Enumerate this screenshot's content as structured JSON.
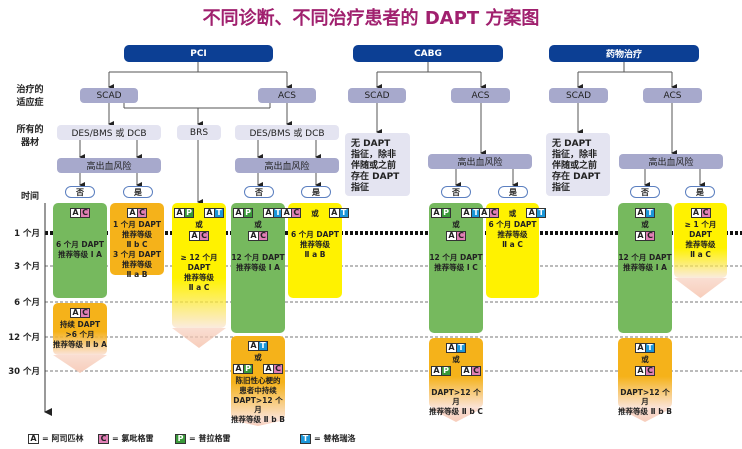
{
  "title": "不同诊断、不同治疗患者的 DAPT 方案图",
  "headers": {
    "pci": "PCI",
    "cabg": "CABG",
    "med": "药物治疗"
  },
  "row_labels": {
    "indication": [
      "治疗的",
      "适应症"
    ],
    "device": [
      "所有的",
      "器材"
    ],
    "time": "时间"
  },
  "time_ticks": [
    "1 个月",
    "3 个月",
    "6 个月",
    "12 个月",
    "30 个月"
  ],
  "nodes": {
    "pci_scad": "SCAD",
    "pci_acs": "ACS",
    "cabg_scad": "SCAD",
    "cabg_acs": "ACS",
    "med_scad": "SCAD",
    "med_acs": "ACS",
    "pci_des1": "DES/BMS 或 DCB",
    "pci_brs": "BRS",
    "pci_des2": "DES/BMS 或 DCB",
    "pci_hbr1": "高出血风险",
    "pci_hbr2": "高出血风险",
    "cabg_hbr": "高出血风险",
    "med_hbr": "高出血风险",
    "p1": "否",
    "p2": "是",
    "p3": "否",
    "p4": "是",
    "p5": "否",
    "p6": "是",
    "p7": "否",
    "p8": "是"
  },
  "notes": {
    "cabg_note": [
      "无 DAPT",
      "指征，除非",
      "伴随或之前",
      "存在 DAPT",
      "指征"
    ],
    "med_note": [
      "无 DAPT",
      "指征，除非",
      "伴随或之前",
      "存在 DAPT",
      "指征"
    ]
  },
  "or_label": "或",
  "drug_colors": {
    "A": "#ffffff",
    "C": "#e07fb5",
    "P": "#3a9a3a",
    "T": "#1b96d8"
  },
  "boxes": [
    {
      "id": "b1",
      "color": "green",
      "drugs": [
        [
          "AC"
        ]
      ],
      "text": [
        "",
        "",
        "6 个月 DAPT",
        "推荐等级 Ⅰ A"
      ]
    },
    {
      "id": "b2",
      "color": "orange",
      "drugs": [
        [
          "AC"
        ]
      ],
      "text": [
        "1 个月 DAPT",
        "推荐等级",
        "Ⅱ b C",
        "3 个月 DAPT",
        "推荐等级",
        "Ⅱ a B"
      ]
    },
    {
      "id": "b3",
      "color": "orange",
      "fade": true,
      "drugs": [
        [
          "AC"
        ]
      ],
      "text": [
        "持续 DAPT",
        ">6 个月",
        "推荐等级 Ⅱ b A"
      ]
    },
    {
      "id": "b4",
      "color": "yellow",
      "fade": true,
      "drugs": [
        [
          "AP",
          "AT"
        ],
        [
          "或"
        ],
        [
          "AC"
        ]
      ],
      "text": [
        "",
        "≥ 12 个月",
        "DAPT",
        "推荐等级",
        "Ⅱ a C"
      ]
    },
    {
      "id": "b5",
      "color": "green",
      "drugs": [
        [
          "AP",
          "AT"
        ],
        [
          "或"
        ],
        [
          "AC"
        ]
      ],
      "text": [
        "",
        "12 个月 DAPT",
        "推荐等级 Ⅰ A"
      ]
    },
    {
      "id": "b6",
      "color": "yellow",
      "drugs": [
        [
          "AC",
          "或",
          "AT"
        ]
      ],
      "text": [
        "",
        "6 个月 DAPT",
        "推荐等级",
        "Ⅱ a B"
      ]
    },
    {
      "id": "b7",
      "color": "orange",
      "fade": true,
      "drugs": [
        [
          "AT"
        ],
        [
          "或"
        ],
        [
          "AP",
          "AC"
        ]
      ],
      "text": [
        "陈旧性心梗的",
        "患者中持续",
        "DAPT>12 个月",
        "推荐等级 Ⅱ b B"
      ]
    },
    {
      "id": "b8",
      "color": "green",
      "drugs": [
        [
          "AP",
          "AT"
        ],
        [
          "或"
        ],
        [
          "AC"
        ]
      ],
      "text": [
        "",
        "12 个月 DAPT",
        "推荐等级 Ⅰ C"
      ]
    },
    {
      "id": "b9",
      "color": "yellow",
      "drugs": [
        [
          "AC",
          "或",
          "AT"
        ]
      ],
      "text": [
        "6 个月 DAPT",
        "推荐等级",
        "Ⅱ a C"
      ]
    },
    {
      "id": "b10",
      "color": "orange",
      "fade": true,
      "drugs": [
        [
          "AT"
        ],
        [
          "或"
        ],
        [
          "AP",
          "AC"
        ]
      ],
      "text": [
        "",
        "DAPT>12 个月",
        "推荐等级 Ⅱ b C"
      ]
    },
    {
      "id": "b11",
      "color": "green",
      "drugs": [
        [
          "AT"
        ],
        [
          "或"
        ],
        [
          "AC"
        ]
      ],
      "text": [
        "",
        "12 个月 DAPT",
        "推荐等级 Ⅰ A"
      ]
    },
    {
      "id": "b12",
      "color": "yellow",
      "fade": true,
      "drugs": [
        [
          "AC"
        ]
      ],
      "text": [
        "≥ 1 个月",
        "DAPT",
        "推荐等级",
        "Ⅱ a C"
      ]
    },
    {
      "id": "b13",
      "color": "orange",
      "fade": true,
      "drugs": [
        [
          "AT"
        ],
        [
          "或"
        ],
        [
          "AC"
        ]
      ],
      "text": [
        "",
        "DAPT>12 个月",
        "推荐等级 Ⅱ b B"
      ]
    }
  ],
  "legend": [
    {
      "letter": "A",
      "label": "= 阿司匹林"
    },
    {
      "letter": "C",
      "label": "= 氯吡格雷"
    },
    {
      "letter": "P",
      "label": "= 普拉格雷"
    },
    {
      "letter": "T",
      "label": "= 替格瑞洛"
    }
  ]
}
